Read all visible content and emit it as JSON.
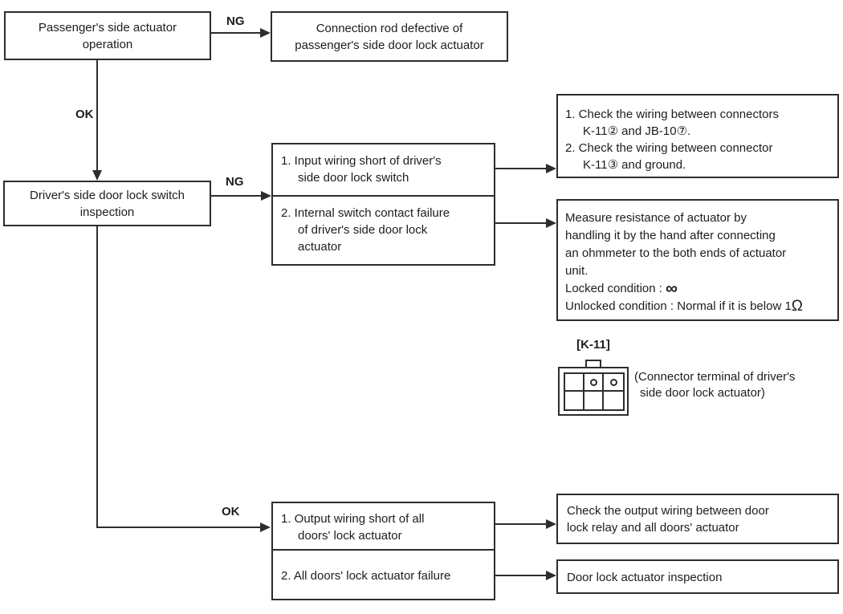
{
  "colors": {
    "background": "#ffffff",
    "line": "#2d2d2d",
    "text": "#1d1d1d"
  },
  "labels": {
    "ng1": "NG",
    "ok1": "OK",
    "ng2": "NG",
    "ok2": "OK"
  },
  "nodes": {
    "passenger": {
      "line1": "Passenger's side actuator",
      "line2": "operation"
    },
    "connection_rod": {
      "line1": "Connection rod defective of",
      "line2": "passenger's side door lock actuator"
    },
    "driver": {
      "line1": "Driver's side door lock switch",
      "line2": "inspection"
    },
    "ng_causes": {
      "item1_line1": "1. Input wiring short of driver's",
      "item1_line2": "side door lock switch",
      "item2_line1": "2. Internal switch contact failure",
      "item2_line2": "of driver's side door lock",
      "item2_line3": "actuator"
    },
    "check_wiring": {
      "line1": "1. Check the wiring between connectors",
      "line2": "K-11② and JB-10⑦.",
      "line3": "2. Check the wiring between connector",
      "line4": "K-11③ and ground."
    },
    "measure": {
      "line1": "Measure resistance of actuator by",
      "line2": "handling it by the hand after connecting",
      "line3": "an ohmmeter to the both ends of actuator",
      "line4": "unit.",
      "locked_prefix": "Locked condition : ",
      "locked_symbol": "∞",
      "unlocked_prefix": "Unlocked condition : Normal if it is below 1",
      "unlocked_symbol": "Ω"
    },
    "ok_causes": {
      "item1_line1": "1. Output wiring short of all",
      "item1_line2": "doors' lock actuator",
      "item2_line1": "2. All doors' lock actuator failure"
    },
    "output_wiring": {
      "line1": "Check the output wiring between door",
      "line2": "lock relay and all doors' actuator"
    },
    "inspection": {
      "line1": "Door lock actuator inspection"
    }
  },
  "connector": {
    "label": "[K-11]",
    "caption_line1": "(Connector terminal of driver's",
    "caption_line2": "side door lock actuator)"
  }
}
